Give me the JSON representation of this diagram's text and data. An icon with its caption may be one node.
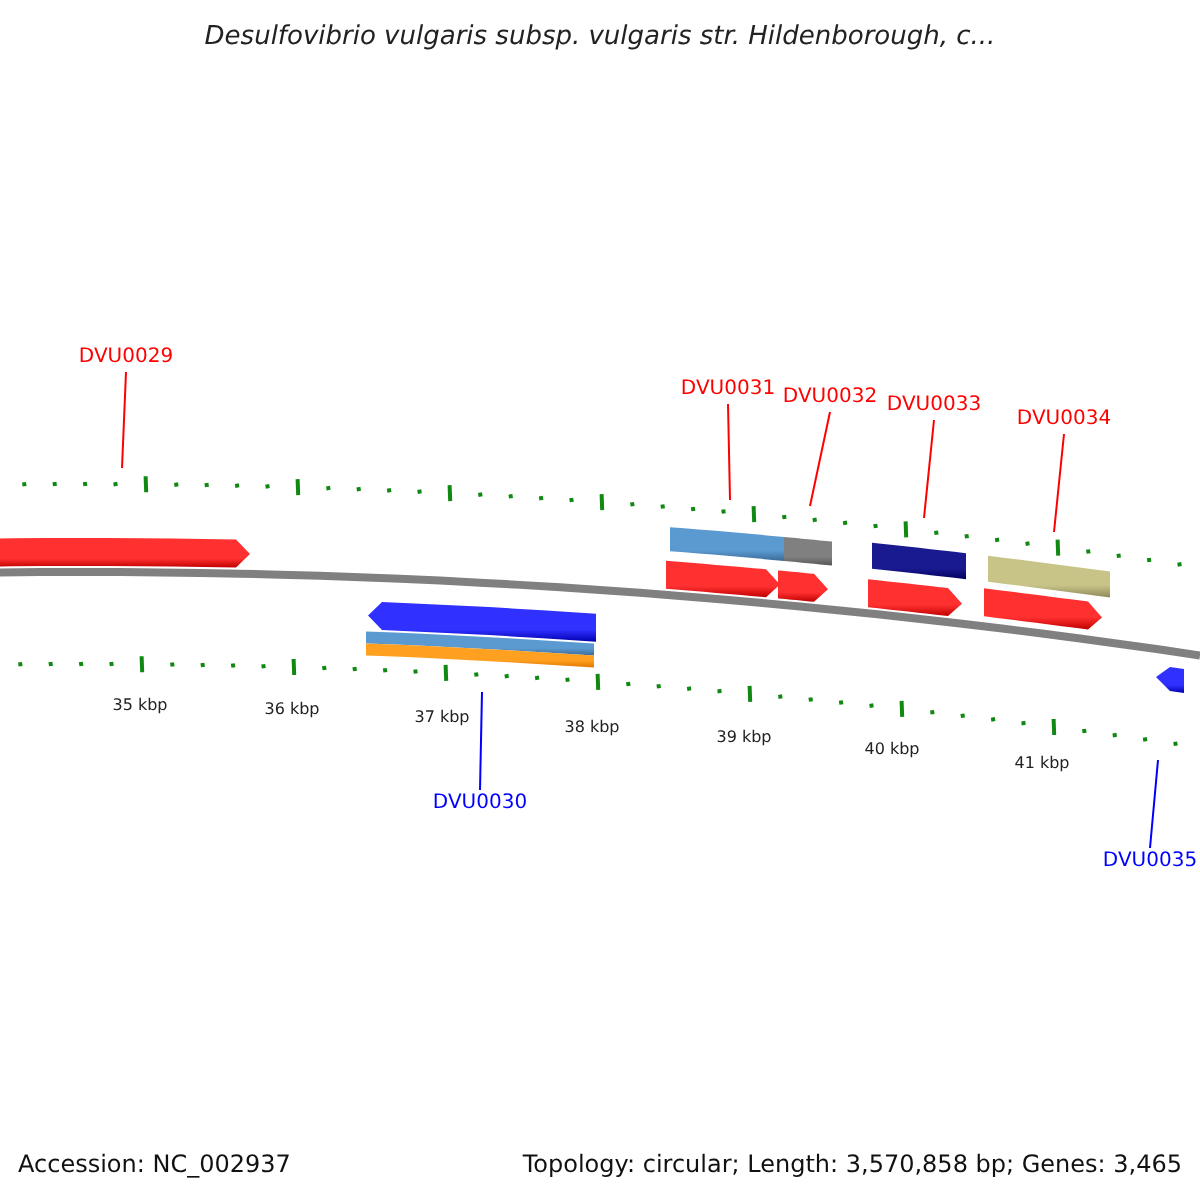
{
  "diagram": {
    "title": "Desulfovibrio vulgaris subsp. vulgaris str. Hildenborough, c...",
    "nodes": [
      {
        "text": [
          "DVU0029"
        ]
      },
      {
        "text": [
          "DVU0030"
        ]
      },
      {
        "text": [
          "DVU0031"
        ]
      },
      {
        "text": [
          "DVU0032"
        ]
      },
      {
        "text": [
          "DVU0033"
        ]
      },
      {
        "text": [
          "DVU0034"
        ]
      },
      {
        "text": [
          "DVU0035"
        ]
      }
    ],
    "edges": [
      {
        "from": 0,
        "to": null,
        "arrow": "none"
      },
      {
        "from": 1,
        "to": null,
        "arrow": "none",
        "color": "#0000ff"
      },
      {
        "from": 2,
        "to": null,
        "arrow": "none"
      },
      {
        "from": 3,
        "to": null,
        "arrow": "none"
      },
      {
        "from": 4,
        "to": null,
        "arrow": "none"
      },
      {
        "from": 5,
        "to": null,
        "arrow": "none"
      },
      {
        "from": 6,
        "to": null,
        "arrow": "none",
        "color": "#0000ff"
      }
    ],
    "labels": [
      "35 kbp",
      "36 kbp",
      "37 kbp",
      "38 kbp",
      "39 kbp",
      "40 kbp",
      "41 kbp",
      "Accession: NC_002937",
      "Topology: circular; Length: 3,570,858 bp; Genes: 3,465"
    ]
  }
}
